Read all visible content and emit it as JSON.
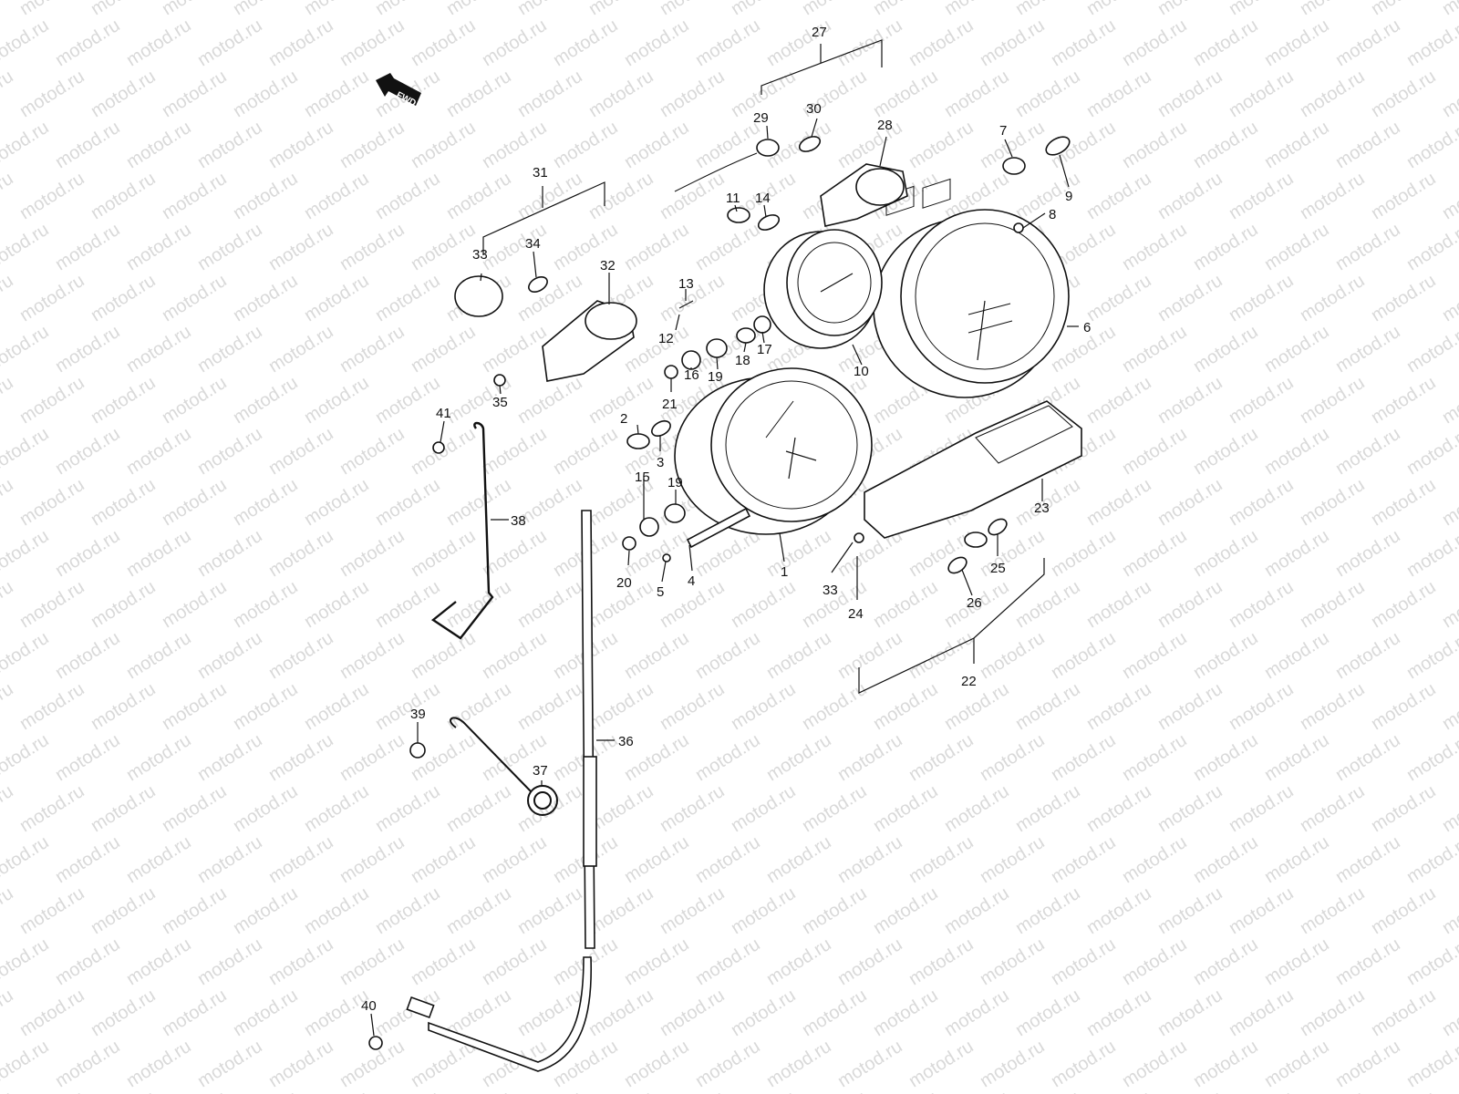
{
  "watermark": "motod.ru",
  "fwd_label": "FWD",
  "callouts": [
    "1",
    "2",
    "3",
    "4",
    "5",
    "6",
    "7",
    "8",
    "9",
    "10",
    "11",
    "12",
    "13",
    "14",
    "15",
    "16",
    "17",
    "18",
    "19",
    "19",
    "20",
    "21",
    "22",
    "23",
    "24",
    "25",
    "26",
    "27",
    "28",
    "29",
    "30",
    "31",
    "32",
    "33",
    "33",
    "34",
    "35",
    "36",
    "37",
    "38",
    "39",
    "40",
    "41"
  ],
  "colors": {
    "line": "#111111",
    "watermark": "#d9d9d9",
    "background": "#ffffff"
  }
}
